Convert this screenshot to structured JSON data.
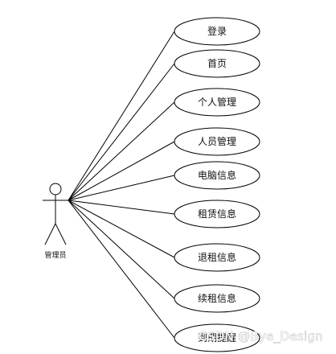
{
  "actor": {
    "label": "管理员"
  },
  "use_cases": [
    {
      "label": "登录"
    },
    {
      "label": "首页"
    },
    {
      "label": "个人管理"
    },
    {
      "label": "人员管理"
    },
    {
      "label": "电脑信息"
    },
    {
      "label": "租赁信息"
    },
    {
      "label": "退租信息"
    },
    {
      "label": "续租信息"
    },
    {
      "label": "到期提醒"
    }
  ],
  "watermark": "CSDN @Bye_Design",
  "colors": {
    "stroke": "#000000",
    "background": "#ffffff",
    "text": "#111111"
  }
}
